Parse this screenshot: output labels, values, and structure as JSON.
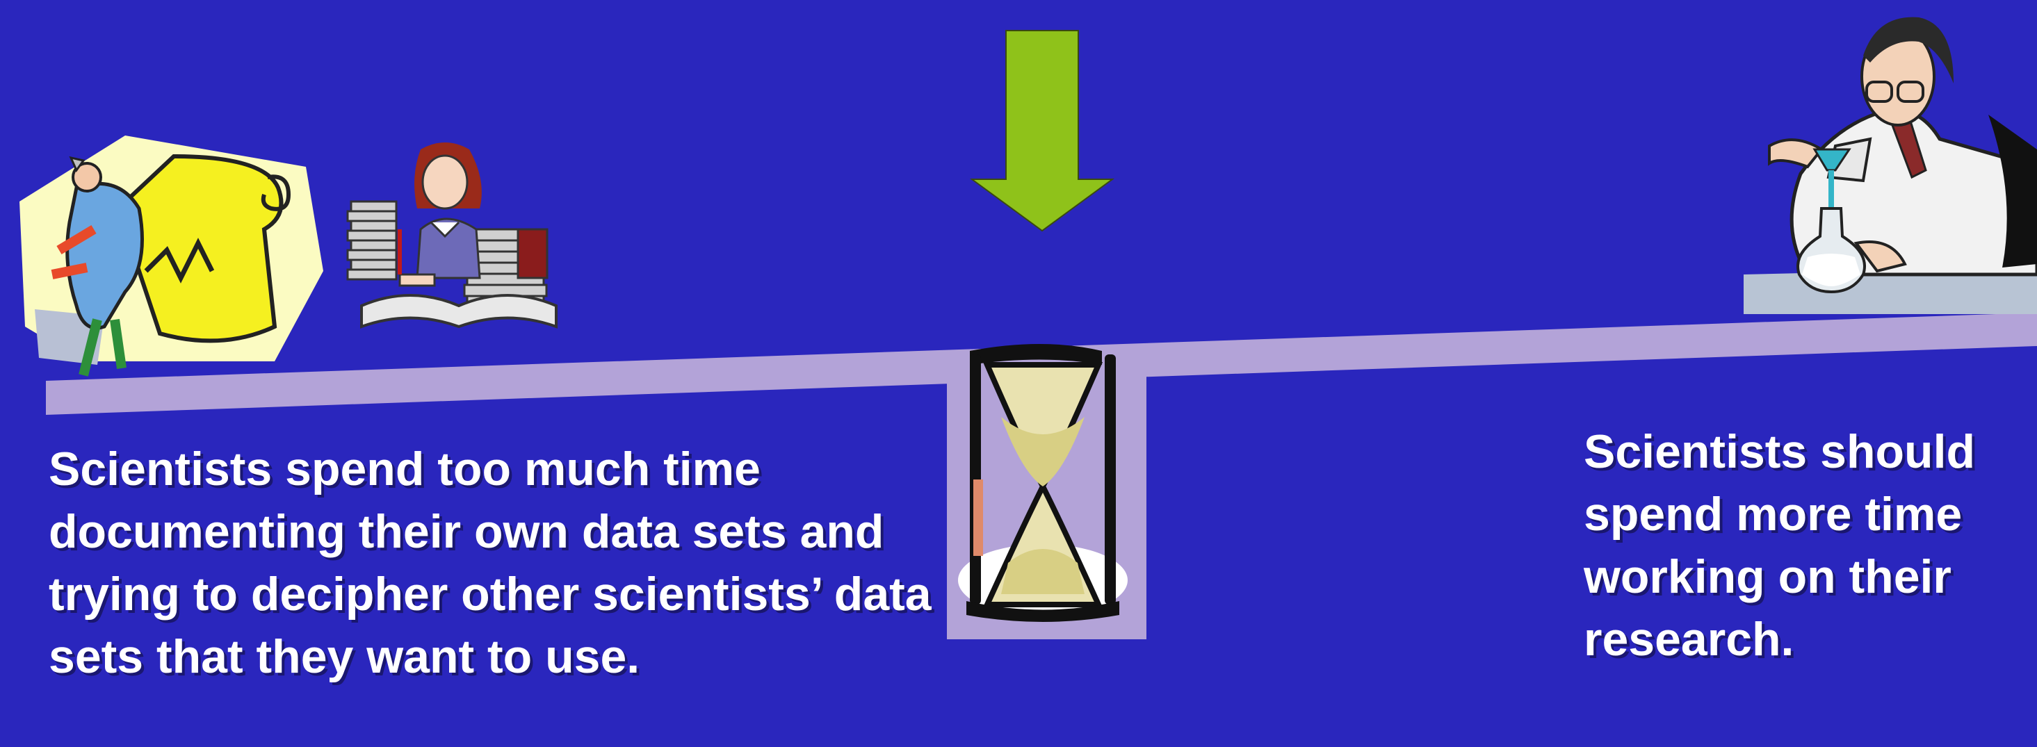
{
  "captions": {
    "left": "Scientists spend too much time documenting their own data sets and trying to decipher other scientists’ data sets that they want to use.",
    "right": "Scientists should spend more time working on their research."
  },
  "colors": {
    "background": "#2a26bd",
    "beam": "#b3a3d8",
    "arrow": "#8fc21a",
    "text": "#ffffff"
  },
  "illustrations": {
    "left_1": "scientist-with-scroll-clipart",
    "left_2": "woman-writing-with-books-clipart",
    "center": "hourglass-fulcrum-clipart",
    "right": "lab-scientist-with-flask-clipart",
    "top": "down-arrow-icon"
  }
}
